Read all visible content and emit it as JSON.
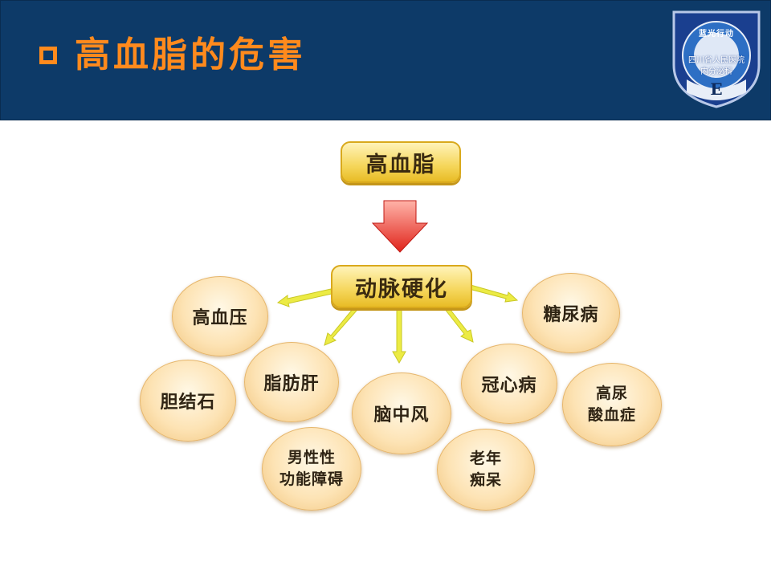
{
  "header": {
    "title": "高血脂的危害",
    "title_bullet": "hollow-square-bullet",
    "colors": {
      "background": "#0d3a68",
      "title": "#ff8a1d"
    }
  },
  "logo": {
    "top_text": "蓝光行动",
    "hospital_line1": "四川省人民医院",
    "hospital_line2": "内分泌科",
    "letter": "E"
  },
  "diagram": {
    "root": "高血脂",
    "middle": "动脉硬化",
    "arrow_color": "#e8352a",
    "spoke_color": "#e9e84a",
    "consequences": [
      {
        "id": "hypertension",
        "lines": [
          "高血压"
        ]
      },
      {
        "id": "gallstone",
        "lines": [
          "胆结石"
        ]
      },
      {
        "id": "fatty-liver",
        "lines": [
          "脂肪肝"
        ]
      },
      {
        "id": "male-dysfunction",
        "lines": [
          "男性性",
          "功能障碍"
        ]
      },
      {
        "id": "stroke",
        "lines": [
          "脑中风"
        ]
      },
      {
        "id": "senile-dementia",
        "lines": [
          "老年",
          "痴呆"
        ]
      },
      {
        "id": "coronary",
        "lines": [
          "冠心病"
        ]
      },
      {
        "id": "diabetes",
        "lines": [
          "糖尿病"
        ]
      },
      {
        "id": "hyperuricemia",
        "lines": [
          "高尿",
          "酸血症"
        ]
      }
    ]
  }
}
